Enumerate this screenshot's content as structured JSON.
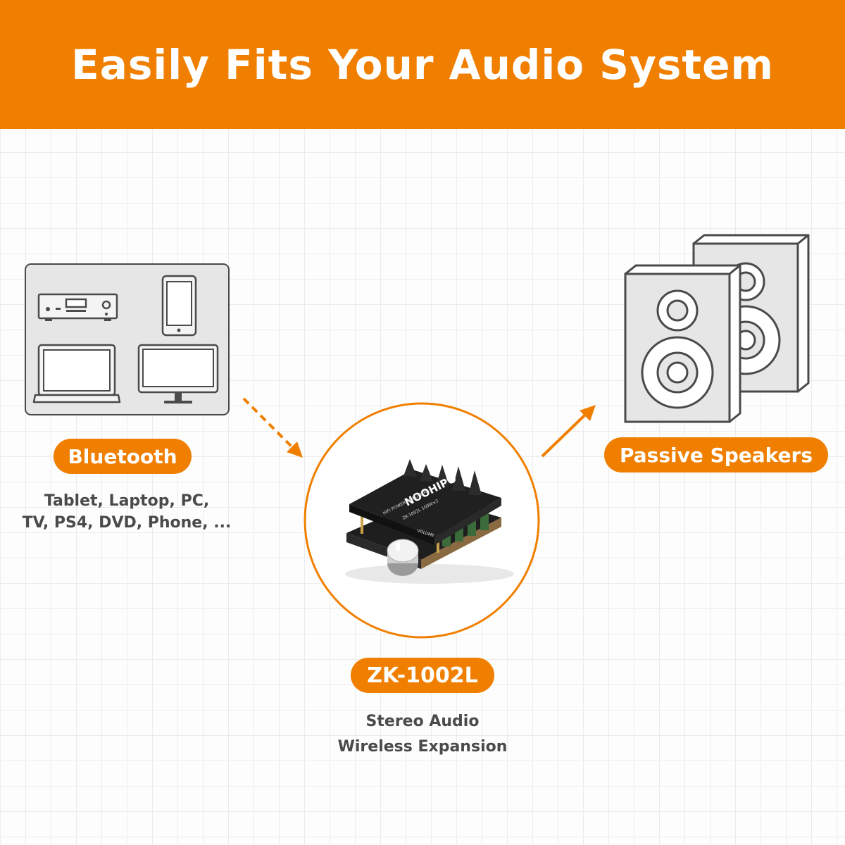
{
  "header": {
    "title": "Easily Fits Your Audio System"
  },
  "source": {
    "label": "Bluetooth",
    "devices_line1": "Tablet, Laptop, PC,",
    "devices_line2": "TV, PS4, DVD, Phone, ..."
  },
  "product": {
    "model": "ZK-1002L",
    "line1": "Stereo Audio",
    "line2": "Wireless Expansion",
    "board_brand": "NOOHIPO",
    "board_subtitle": "HIFI POWER AMPLIFIER",
    "board_model": "ZK-1002L 100W×2",
    "board_volume_label": "VOLUME"
  },
  "output": {
    "label": "Passive Speakers"
  },
  "colors": {
    "accent": "#f07f00",
    "icon_stroke": "#4a4a4a",
    "icon_fill": "#e6e6e6"
  },
  "icons": [
    "stereo-receiver-icon",
    "phone-icon",
    "laptop-icon",
    "monitor-icon",
    "speakers-icon",
    "amplifier-board-image"
  ]
}
